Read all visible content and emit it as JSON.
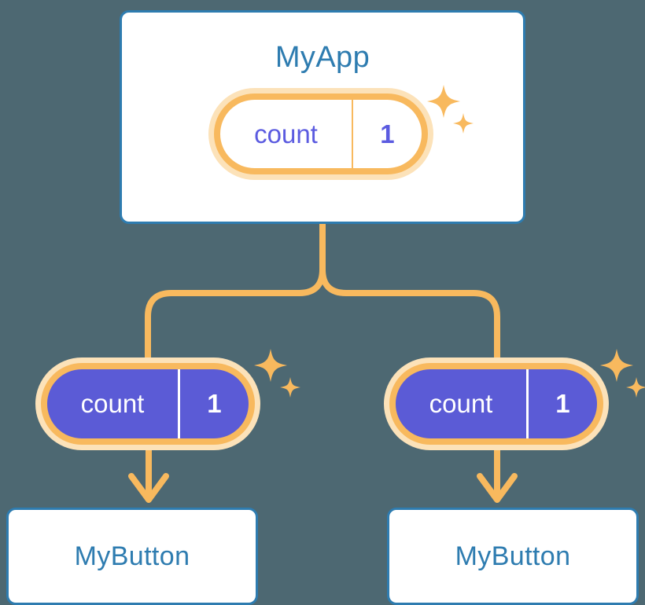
{
  "theme": {
    "background": "#4D6872",
    "card_border": "#2E7CB0",
    "card_text": "#2E7CB0",
    "card_fill": "#FFFFFF",
    "pill_ring": "#F8B95E",
    "pill_glow": "#FCE2B9",
    "pill_fill": "#5B5BD6",
    "pill_light_text": "#5B5BE0",
    "pill_filled_text": "#FFFFFF",
    "connector": "#F8B95E",
    "sparkle": "#F8B95E"
  },
  "diagram": {
    "type": "component-tree",
    "root": {
      "name": "root-component",
      "title": "MyApp",
      "state": {
        "key": "count",
        "value": "1",
        "style": "light"
      },
      "sparkle": true
    },
    "children": [
      {
        "name": "child-left",
        "state": {
          "key": "count",
          "value": "1",
          "style": "filled"
        },
        "sparkle": true,
        "target": {
          "name": "button-left",
          "title": "MyButton"
        }
      },
      {
        "name": "child-right",
        "state": {
          "key": "count",
          "value": "1",
          "style": "filled"
        },
        "sparkle": true,
        "target": {
          "name": "button-right",
          "title": "MyButton"
        }
      }
    ],
    "icons": {
      "sparkle_large": "sparkle-icon",
      "sparkle_small": "sparkle-icon",
      "arrow": "arrow-down-icon"
    }
  }
}
